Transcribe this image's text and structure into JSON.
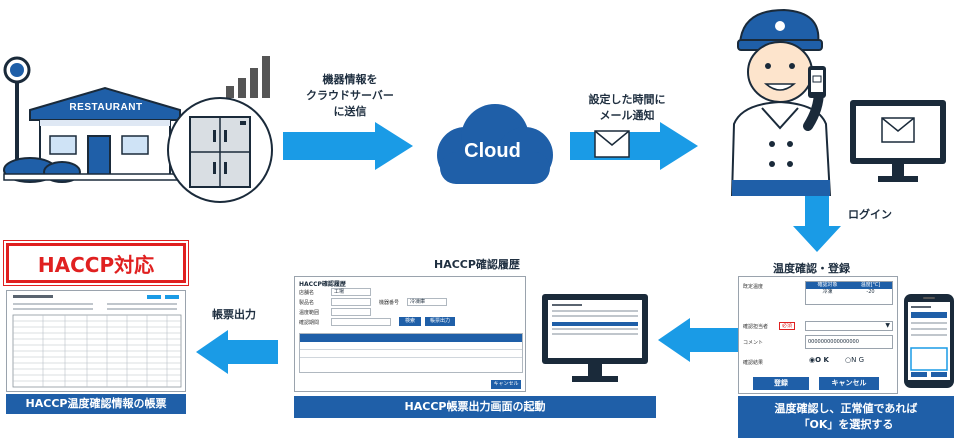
{
  "restaurant": {
    "sign": "RESTAURANT"
  },
  "arrow1": {
    "line1": "機器情報を",
    "line2": "クラウドサーバー",
    "line3": "に送信"
  },
  "cloud": {
    "label": "Cloud"
  },
  "arrow2": {
    "line1": "設定した時間に",
    "line2": "メール通知"
  },
  "login": {
    "label": "ログイン"
  },
  "temp_screen": {
    "title": "温度確認・登録",
    "row1_label": "既定温度",
    "col1": "確認対象",
    "col2": "温度[℃]",
    "val1": "冷凍",
    "val2": "-20",
    "row2_label": "確認担当者",
    "required": "必須",
    "row3_label": "コメント",
    "comment_value": "0000000000000000",
    "row4_label": "確認結果",
    "ok_option": "O K",
    "ng_option": "N G",
    "register_button": "登録",
    "cancel_button": "キャンセル",
    "caption_line1": "温度確認し、正常値であれば",
    "caption_line2": "「OK」を選択する"
  },
  "history": {
    "label": "HACCP確認履歴",
    "screen_title": "HACCP確認履歴",
    "filter1": "店舗名",
    "filter1_value": "工場",
    "filter2": "製品名",
    "filter3": "機器番号",
    "filter3_value": "冷凍庫",
    "filter4": "温度範囲",
    "filter5": "確認期間",
    "search_button": "検索",
    "output_button": "帳票出力",
    "cancel_button": "キャンセル",
    "caption": "HACCP帳票出力画面の起動"
  },
  "report": {
    "arrow_label": "帳票出力",
    "badge": "HACCP対応",
    "caption": "HACCP温度確認情報の帳票"
  },
  "colors": {
    "accent": "#1a9be6",
    "dark_blue": "#1f5fa8",
    "badge_red": "#e02020"
  }
}
